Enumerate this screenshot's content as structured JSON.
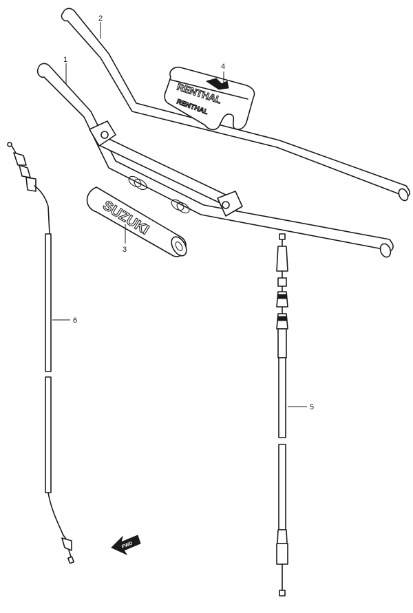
{
  "callouts": [
    {
      "id": "1",
      "label": "1",
      "part": "handlebar"
    },
    {
      "id": "2",
      "label": "2",
      "part": "handlebar-rear"
    },
    {
      "id": "3",
      "label": "3",
      "part": "crossbar-pad"
    },
    {
      "id": "4",
      "label": "4",
      "part": "handlebar-pad"
    },
    {
      "id": "5",
      "label": "5",
      "part": "throttle-cable"
    },
    {
      "id": "6",
      "label": "6",
      "part": "clutch-cable"
    }
  ],
  "brand_marks": {
    "crossbar_pad": "SUZUKI",
    "handlebar_pad_top": "RENTHAL",
    "handlebar_pad_side": "RENTHAL"
  },
  "fwd_arrow": "FWD",
  "colors": {
    "line": "#1a1a1a",
    "background": "#ffffff"
  }
}
